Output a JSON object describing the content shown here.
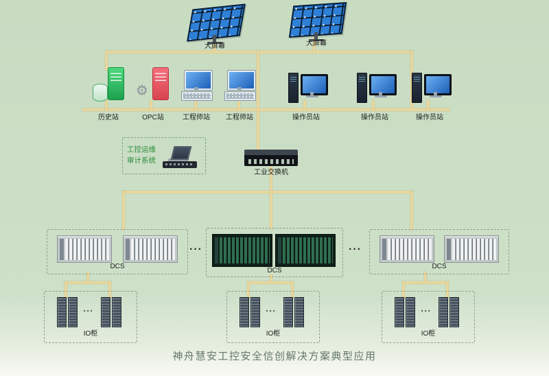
{
  "title": "神舟慧安工控安全信创解决方案典型应用",
  "screens": {
    "s1": "大屏幕",
    "s2": "大屏幕"
  },
  "stations": [
    {
      "label": "历史站"
    },
    {
      "label": "OPC站"
    },
    {
      "label": "工程师站"
    },
    {
      "label": "工程师站"
    },
    {
      "label": "操作员站"
    },
    {
      "label": "操作员站"
    },
    {
      "label": "操作员站"
    }
  ],
  "audit": {
    "line1": "工控运维",
    "line2": "审计系统"
  },
  "switch": {
    "label": "工业交换机"
  },
  "dcs": {
    "g1": "DCS",
    "g2": "DCS",
    "g3": "DCS"
  },
  "io": {
    "g1": "IO柜",
    "g2": "IO柜",
    "g3": "IO柜"
  },
  "icons": {
    "gear": "⚙",
    "dots": "···"
  },
  "colors": {
    "background": "#cde0c8",
    "bus_line": "#e8d69c",
    "screen_blue": "#2e7fd6",
    "server_green": "#2fbf5f",
    "server_red": "#ef5f6e",
    "audit_text": "#2f8f3f",
    "title_text": "#66786a"
  }
}
